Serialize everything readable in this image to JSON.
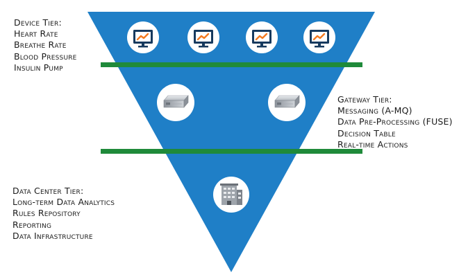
{
  "colors": {
    "funnel": "#1f7fc7",
    "divider": "#1f8a3a",
    "icon_circle": "#ffffff",
    "monitor_frame": "#173a5e",
    "chart_line": "#f47a20"
  },
  "device_tier": {
    "title": "Device Tier:",
    "items": [
      "Heart Rate",
      "Breathe Rate",
      "Blood Pressure",
      "Insulin Pump"
    ],
    "icons": [
      "monitor-chart-icon",
      "monitor-chart-icon",
      "monitor-chart-icon",
      "monitor-chart-icon"
    ]
  },
  "gateway_tier": {
    "title": "Gateway Tier:",
    "items": [
      "Messaging (A-MQ)",
      "Data Pre-Processing (FUSE)",
      "Decision Table",
      "Real-time Actions"
    ],
    "icons": [
      "server-icon",
      "server-icon"
    ]
  },
  "data_center_tier": {
    "title": "Data Center Tier:",
    "items": [
      "Long-term Data Analytics",
      "Rules Repository",
      "Reporting",
      "Data Infrastructure"
    ],
    "icons": [
      "building-icon"
    ]
  }
}
